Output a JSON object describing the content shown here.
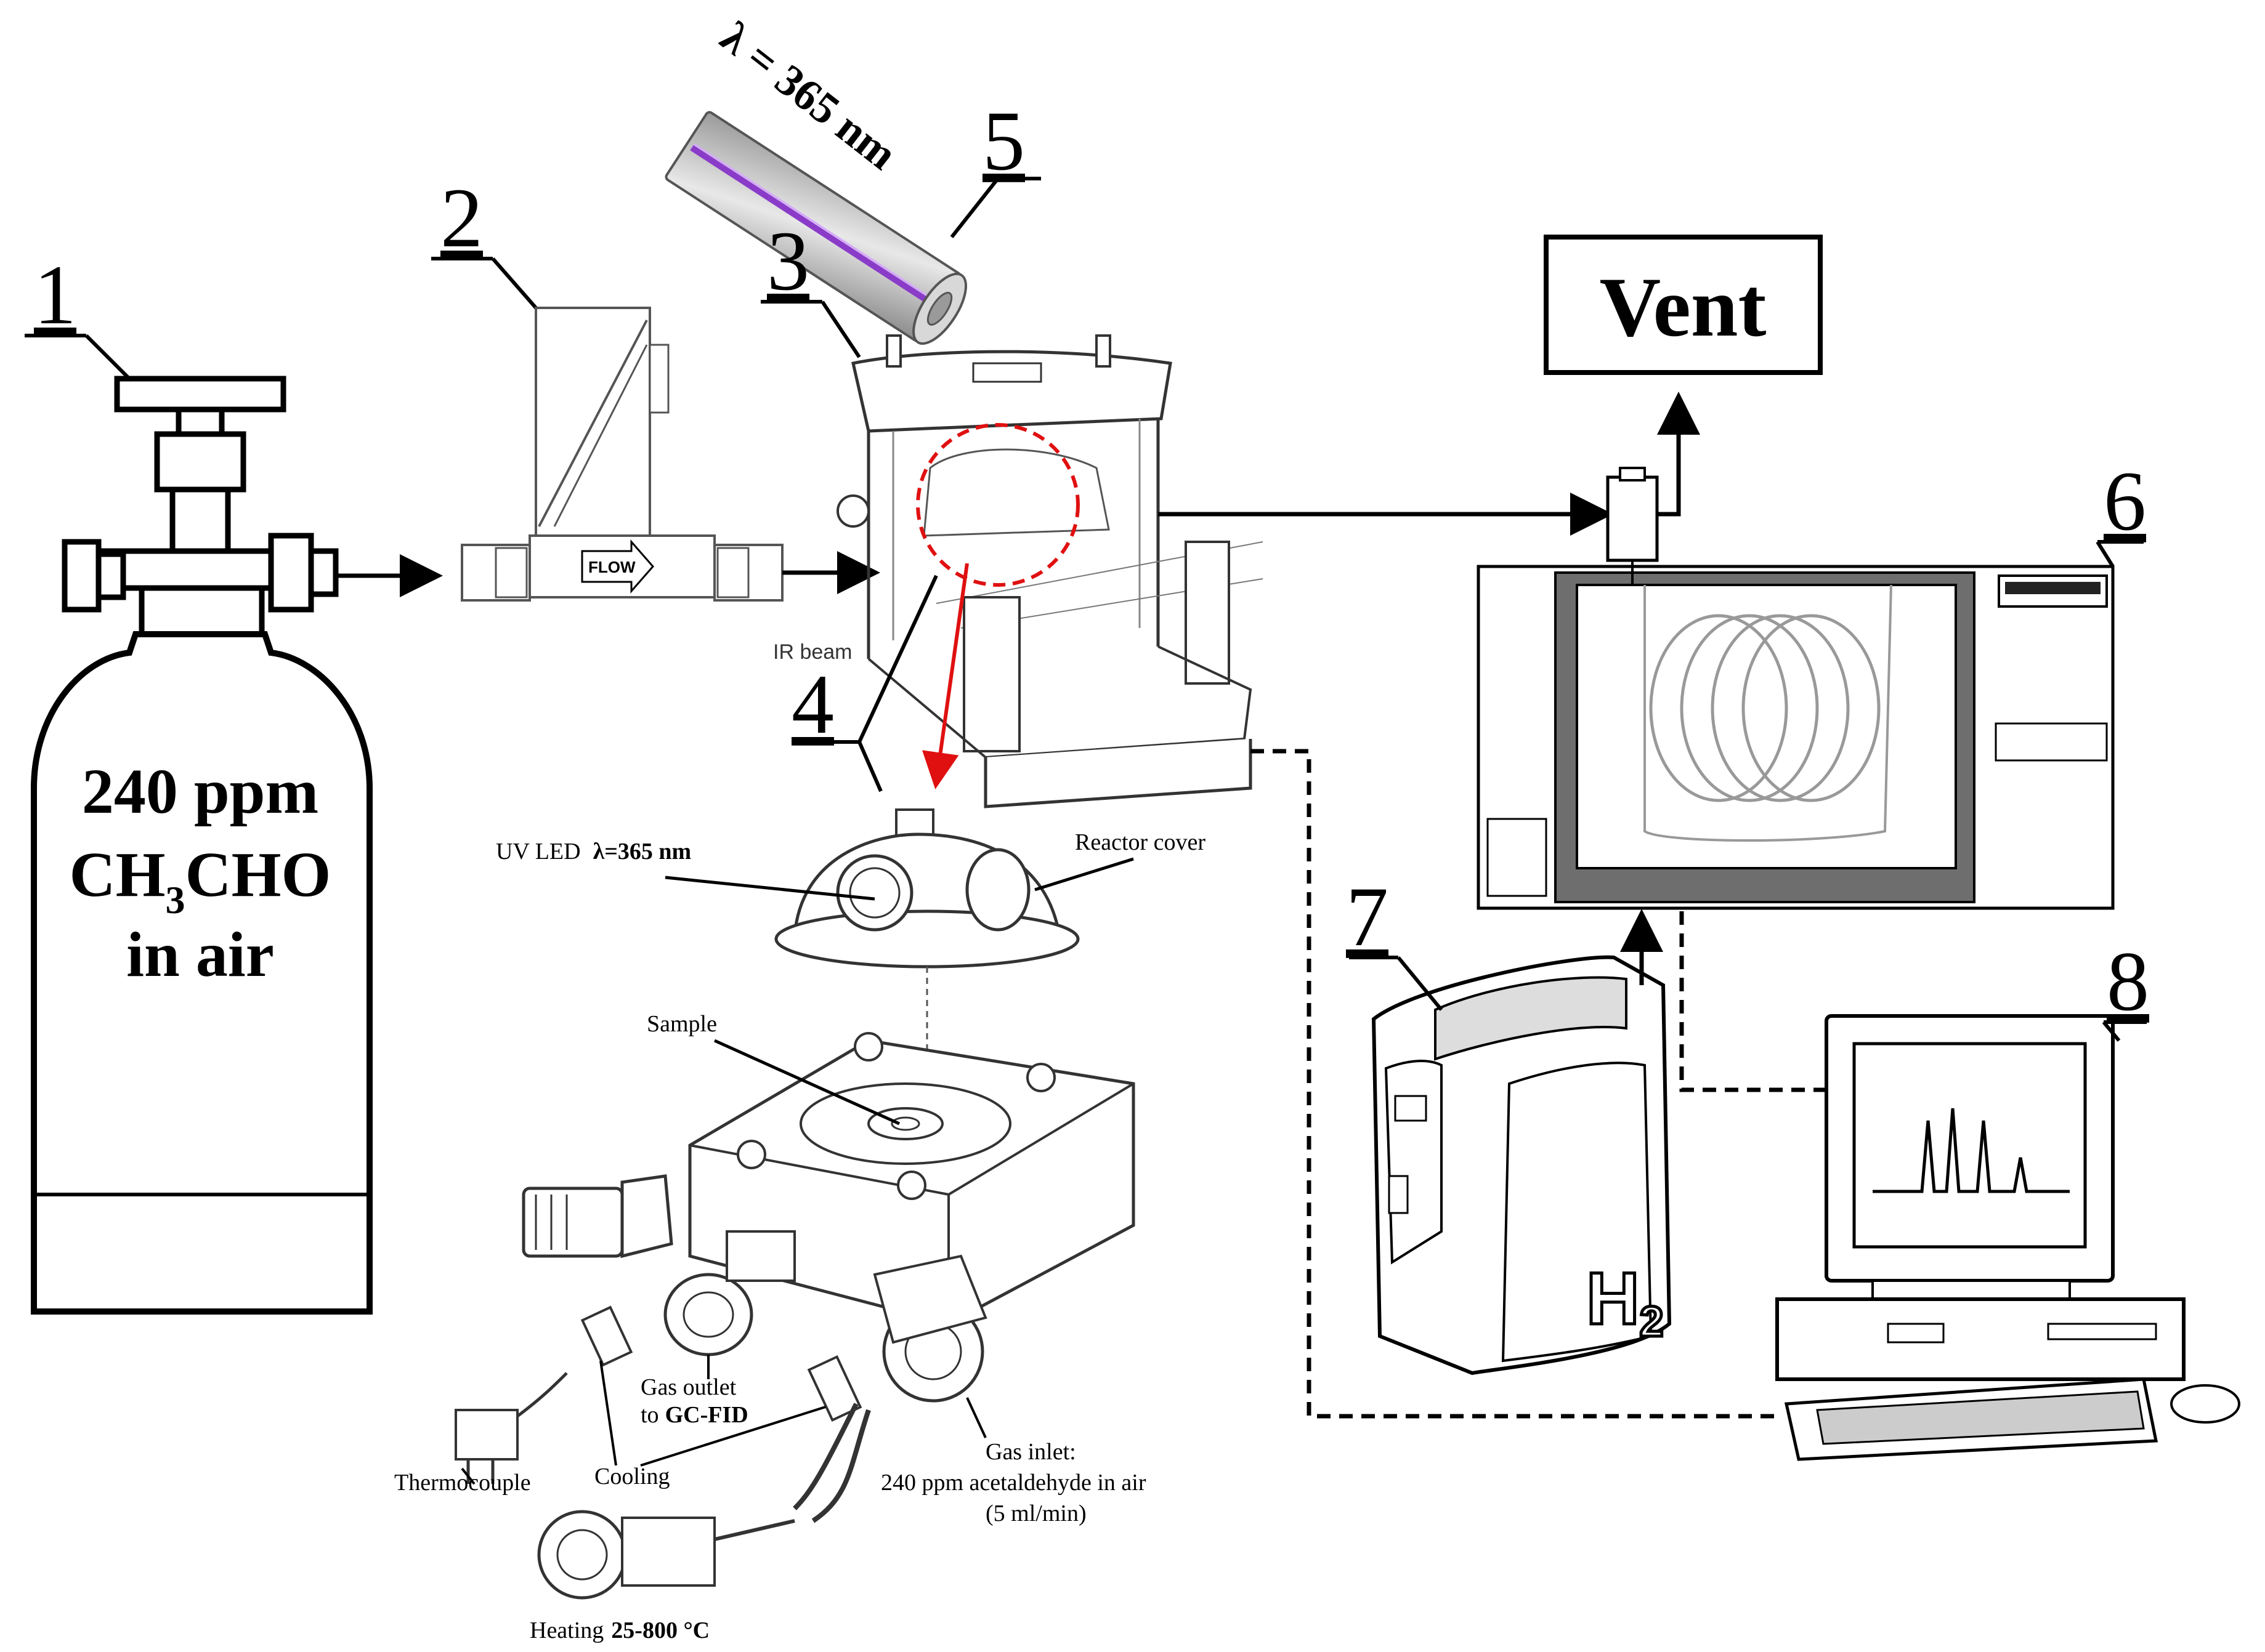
{
  "labels": {
    "n1": "1",
    "n2": "2",
    "n3": "3",
    "n4": "4",
    "n5": "5",
    "n6": "6",
    "n7": "7",
    "n8": "8"
  },
  "cylinder": {
    "line1": "240 ppm",
    "line2_pre": "CH",
    "line2_sub": "3",
    "line2_post": "CHO",
    "line3": "in air"
  },
  "uv_lamp": {
    "wavelength": "λ = 365 nm"
  },
  "flow_meter": {
    "flow_label": "FLOW"
  },
  "ir_beam": "IR beam",
  "vent": "Vent",
  "reactor_detail": {
    "uv_led_prefix": "UV LED",
    "uv_led_value": "λ=365 nm",
    "reactor_cover": "Reactor cover",
    "sample": "Sample",
    "gas_outlet_line1": "Gas outlet",
    "gas_outlet_line2_prefix": "to",
    "gas_outlet_line2_bold": "GC-FID",
    "thermocouple": "Thermocouple",
    "cooling": "Cooling",
    "gas_inlet_line1": "Gas inlet:",
    "gas_inlet_line2": "240 ppm acetaldehyde in  air",
    "gas_inlet_line3": "(5 ml/min)",
    "heating_prefix": "Heating",
    "heating_bold": "25-800 °C"
  },
  "hydrogen_generator": {
    "mark": "H",
    "sub": "2"
  }
}
